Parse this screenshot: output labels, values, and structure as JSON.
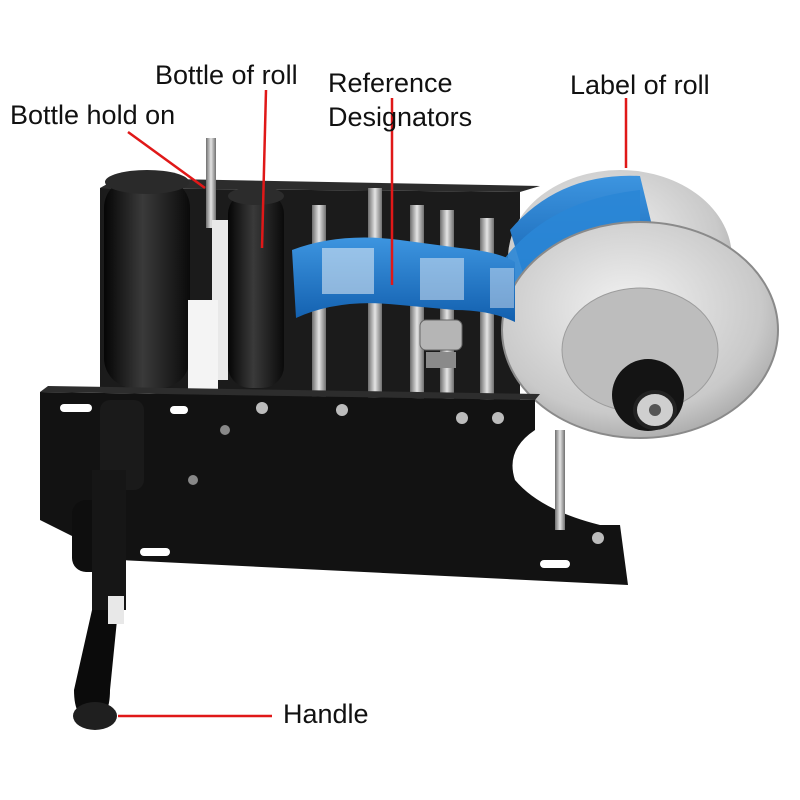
{
  "labels": {
    "bottle_hold_on": "Bottle hold on",
    "bottle_of_roll": "Bottle of roll",
    "reference_designators_line1": "Reference",
    "reference_designators_line2": "Designators",
    "label_of_roll": "Label of roll",
    "handle": "Handle"
  },
  "colors": {
    "callout_line": "#e01818",
    "machine_frame": "#141414",
    "label_tape": "#1a73c8",
    "background": "#ffffff"
  }
}
